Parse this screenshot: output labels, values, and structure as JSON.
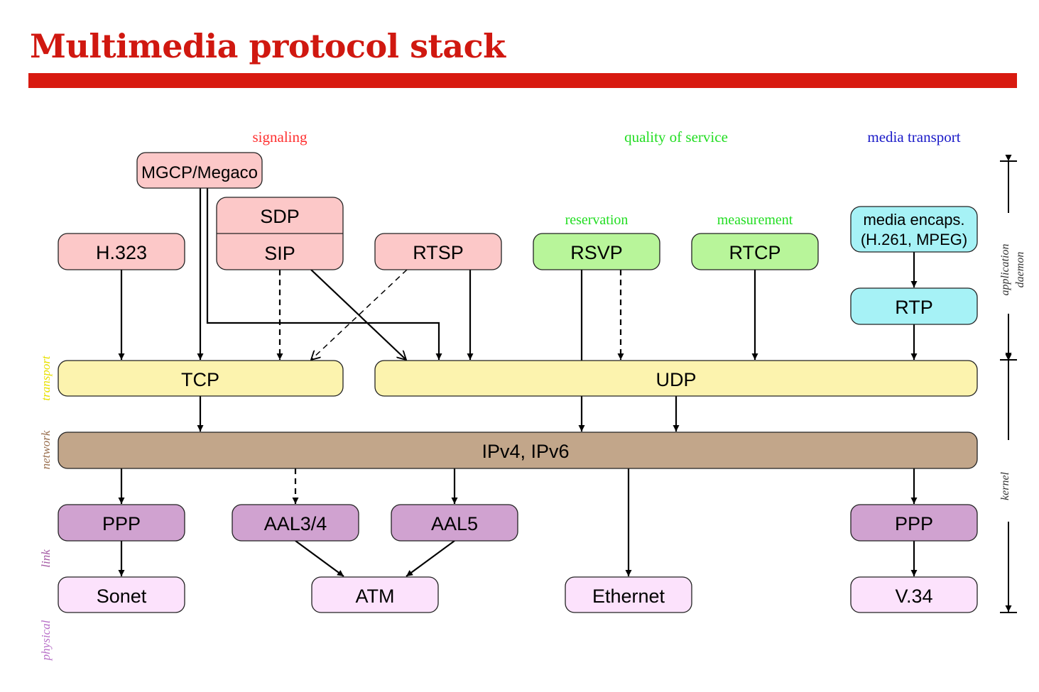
{
  "title": "Multimedia protocol stack",
  "colors": {
    "title": "#d01810",
    "signaling": "#ff3030",
    "qos": "#22dd22",
    "media": "#1a1ac8",
    "pink_box": "#fcc8c8",
    "green_box": "#b8f59a",
    "cyan_box": "#a6f2f6",
    "yellow_box": "#fcf3ae",
    "brown_box": "#c2a68a",
    "purple_box": "#d0a2d0",
    "light_pink_box": "#fce2fc"
  },
  "categories": {
    "signaling": "signaling",
    "qos": "quality of service",
    "media": "media transport"
  },
  "sublabels": {
    "reservation": "reservation",
    "measurement": "measurement"
  },
  "boxes": {
    "mgcp": "MGCP/Megaco",
    "sdp": "SDP",
    "sip": "SIP",
    "h323": "H.323",
    "rtsp": "RTSP",
    "rsvp": "RSVP",
    "rtcp": "RTCP",
    "media_encaps_line1": "media encaps.",
    "media_encaps_line2": "(H.261, MPEG)",
    "rtp": "RTP",
    "tcp": "TCP",
    "udp": "UDP",
    "ip": "IPv4, IPv6",
    "ppp_left": "PPP",
    "aal34": "AAL3/4",
    "aal5": "AAL5",
    "ppp_right": "PPP",
    "sonet": "Sonet",
    "atm": "ATM",
    "ethernet": "Ethernet",
    "v34": "V.34"
  },
  "layers": {
    "transport": "transport",
    "network": "network",
    "link": "link",
    "physical": "physical"
  },
  "scope": {
    "application": "application",
    "daemon": "daemon",
    "kernel": "kernel"
  }
}
